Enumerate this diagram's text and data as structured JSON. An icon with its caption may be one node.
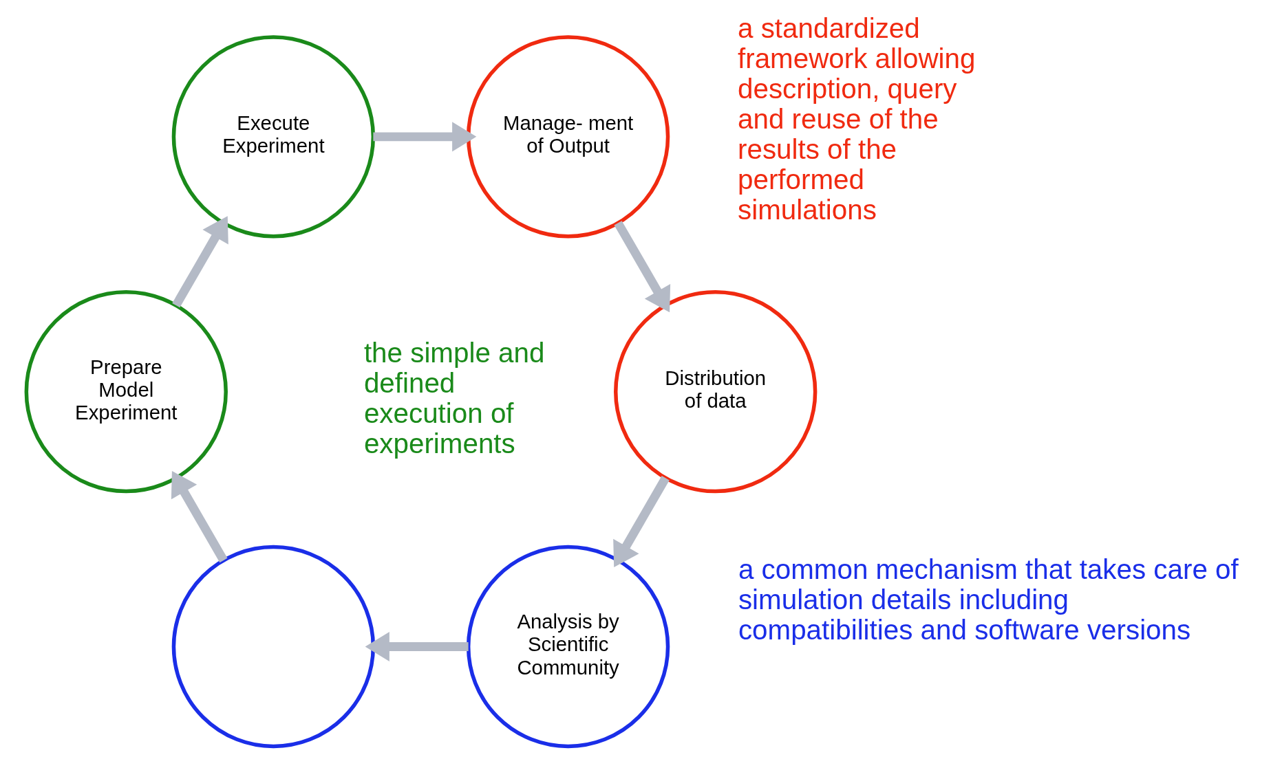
{
  "diagram": {
    "nodes": [
      {
        "text": [
          "Analysis by Scientific Community"
        ]
      },
      {
        "text": [],
        "shape": "circle"
      },
      {
        "text": [
          "Prepare Model Experiment"
        ]
      },
      {
        "text": [
          "Execute Experiment"
        ]
      },
      {
        "text": [
          "Manage- ment of Output"
        ]
      },
      {
        "text": [
          "Distribution of data"
        ]
      }
    ],
    "edges": [
      {
        "from": 0,
        "to": 1,
        "arrow": "to"
      },
      {
        "from": 1,
        "to": 2,
        "arrow": "to"
      },
      {
        "from": 2,
        "to": 3,
        "arrow": "to"
      },
      {
        "from": 3,
        "to": 4,
        "arrow": "to"
      },
      {
        "from": 4,
        "to": 5,
        "arrow": "to"
      },
      {
        "from": 5,
        "to": 0,
        "arrow": "to"
      }
    ],
    "labels": [
      "a common mechanism that takes care of simulation details including compatibilities and software versions",
      "the simple and defined execution of experiments",
      "a standardized framework allowing description, query and reuse of the results of the performed simulations"
    ]
  }
}
